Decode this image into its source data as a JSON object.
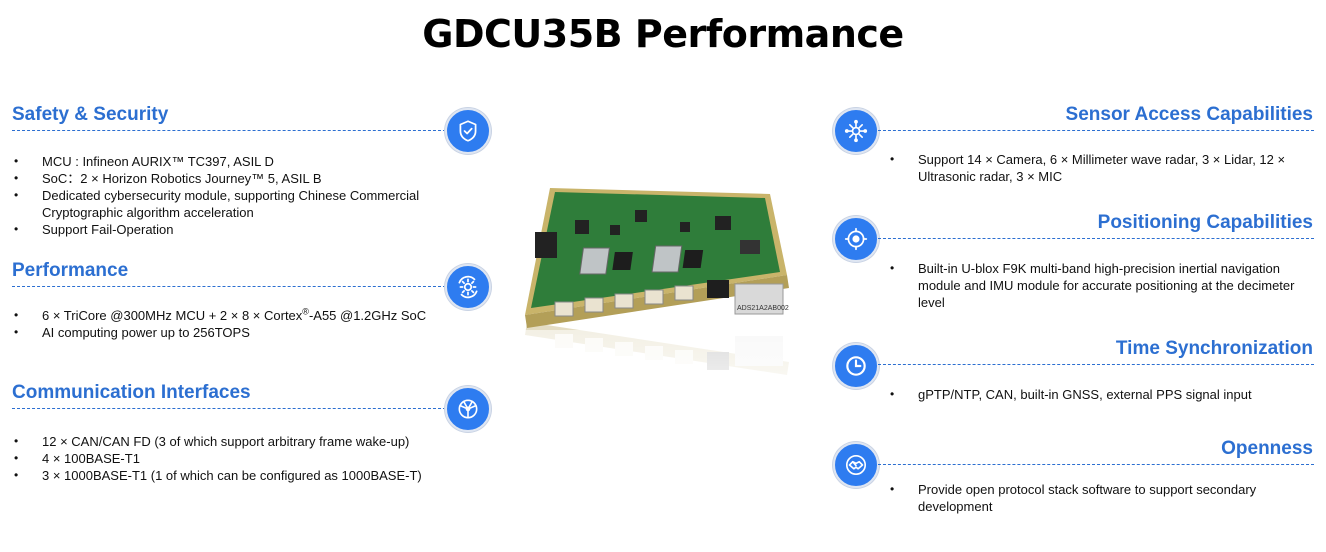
{
  "title": "GDCU35B Performance",
  "colors": {
    "accent": "#2c6fd1",
    "icon_bg": "#2e7cf0",
    "board": "#2f7d3a"
  },
  "left": {
    "safety": {
      "title": "Safety & Security",
      "icon": "shield-check-icon",
      "bullets": [
        "MCU : Infineon AURIX™  TC397, ASIL D",
        "SoC：2 × Horizon Robotics Journey™ 5, ASIL B",
        "Dedicated cybersecurity module, supporting Chinese Commercial Cryptographic algorithm acceleration",
        "Support Fail-Operation"
      ]
    },
    "performance": {
      "title": "Performance",
      "icon": "gear-cycle-icon",
      "bullet1_a": "6 × TriCore @300MHz MCU + 2 × 8 × Cortex",
      "bullet1_sup": "®",
      "bullet1_b": "-A55 @1.2GHz SoC",
      "bullet2": "AI computing power up to 256TOPS"
    },
    "communication": {
      "title": "Communication Interfaces",
      "icon": "network-globe-icon",
      "bullets": [
        "12 × CAN/CAN FD (3 of which support arbitrary frame wake-up)",
        "4 × 100BASE-T1",
        "3 × 1000BASE-T1 (1 of which can be configured as 1000BASE-T)"
      ]
    }
  },
  "right": {
    "sensor": {
      "title": "Sensor Access Capabilities",
      "icon": "sensor-chip-icon",
      "bullets": [
        "Support 14 × Camera, 6 × Millimeter wave radar, 3 × Lidar, 12 × Ultrasonic radar, 3 × MIC"
      ]
    },
    "positioning": {
      "title": "Positioning Capabilities",
      "icon": "crosshair-icon",
      "bullets": [
        "Built-in U-blox F9K multi-band high-precision inertial navigation module and IMU  module for accurate positioning at the decimeter level"
      ]
    },
    "time": {
      "title": "Time Synchronization",
      "icon": "clock-icon",
      "bullets": [
        "gPTP/NTP, CAN,  built-in GNSS, external PPS signal input"
      ]
    },
    "openness": {
      "title": "Openness",
      "icon": "handshake-icon",
      "bullets": [
        "Provide open protocol stack software to support secondary development"
      ]
    }
  },
  "board_label": "ADS21A2AB002"
}
